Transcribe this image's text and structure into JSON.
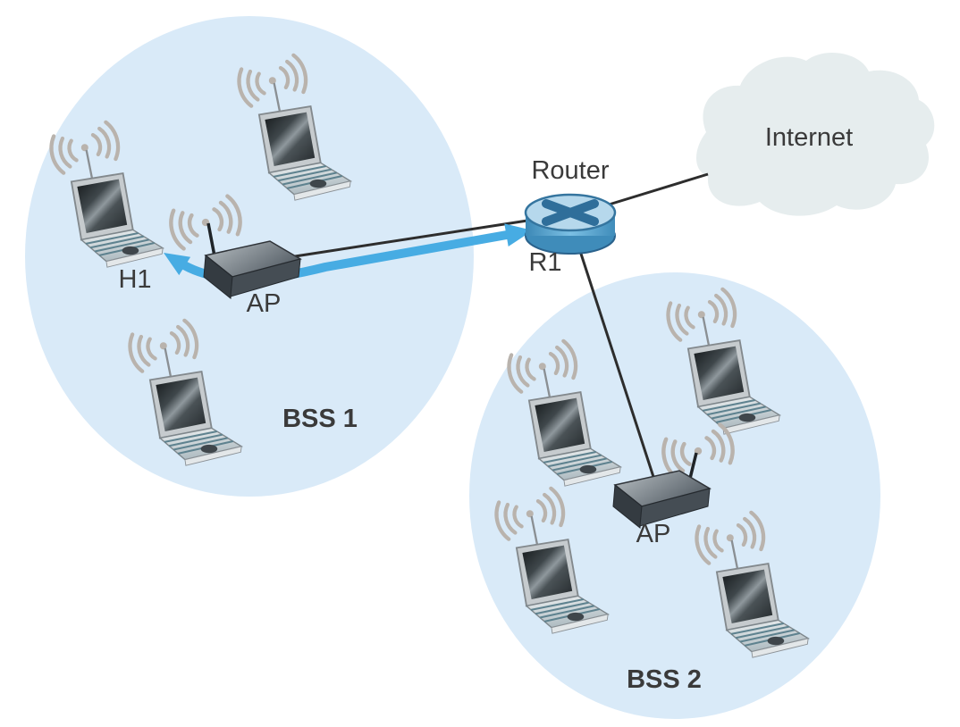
{
  "diagram": {
    "type": "wireless-lan-architecture",
    "bss1": {
      "label": "BSS 1",
      "host_label": "H1",
      "ap_label": "AP",
      "laptop_count": 3
    },
    "bss2": {
      "label": "BSS 2",
      "ap_label": "AP",
      "laptop_count": 4
    },
    "router": {
      "label": "Router",
      "name": "R1"
    },
    "internet": {
      "label": "Internet"
    },
    "links": [
      {
        "from": "AP (BSS 1)",
        "to": "R1"
      },
      {
        "from": "R1",
        "to": "Internet"
      },
      {
        "from": "R1",
        "to": "AP (BSS 2)"
      }
    ],
    "flow_arrow": {
      "endpoints": [
        "H1",
        "R1"
      ],
      "double_headed": true,
      "passes_behind": "AP (BSS 1)"
    }
  },
  "colors": {
    "bss_fill": "#d9eaf8",
    "cloud_fill": "#e6edee",
    "router_top": "#b6d8ec",
    "router_side": "#4490c0",
    "router_glyph": "#2f6e9a",
    "arrow": "#47ace3",
    "link": "#2d2d2d",
    "label": "#3a3a3a",
    "wifi_icon": "#b9b3ad"
  }
}
